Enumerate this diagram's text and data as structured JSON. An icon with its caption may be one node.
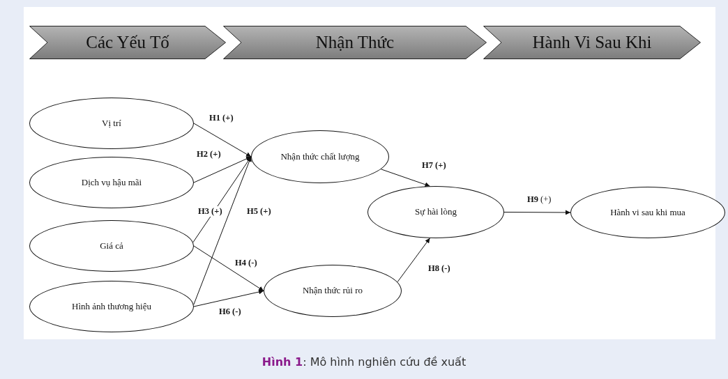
{
  "diagram": {
    "caption": "**Hình 1**: Mô hình nghiên cứu đề xuất",
    "nodes": [
      {
        "text": [
          "Các Yếu Tố"
        ]
      },
      {
        "text": [
          "Nhận Thức"
        ]
      },
      {
        "text": [
          "Hành Vi Sau Khi"
        ]
      },
      {
        "text": [
          "Vị trí"
        ]
      },
      {
        "text": [
          "Dịch vụ hậu mãi"
        ]
      },
      {
        "text": [
          "Giá cả"
        ]
      },
      {
        "text": [
          "Hình ảnh thương hiệu"
        ]
      },
      {
        "text": [
          "Nhận thức chất lượng"
        ]
      },
      {
        "text": [
          "Nhận thức rủi ro"
        ]
      },
      {
        "text": [
          "Sự hài lòng"
        ]
      },
      {
        "text": [
          "Hành vi sau khi mua"
        ]
      }
    ],
    "edges": [
      {
        "from": 3,
        "to": 7,
        "arrow": "to",
        "label": "H1 (+)"
      },
      {
        "from": 4,
        "to": 7,
        "arrow": "to",
        "label": "H2 (+)"
      },
      {
        "from": 5,
        "to": 7,
        "arrow": "to",
        "label": "H3 (+)"
      },
      {
        "from": 5,
        "to": 8,
        "arrow": "to",
        "label": "H4 (-)"
      },
      {
        "from": 6,
        "to": 7,
        "arrow": "to",
        "label": "H5 (+)"
      },
      {
        "from": 6,
        "to": 8,
        "arrow": "to",
        "label": "H6 (-)"
      },
      {
        "from": 7,
        "to": 9,
        "arrow": "to",
        "label": "H7 (+)"
      },
      {
        "from": 8,
        "to": 9,
        "arrow": "to",
        "label": "H8 (-)"
      },
      {
        "from": 9,
        "to": 10,
        "arrow": "to",
        "label": "**H9** (+)"
      }
    ]
  }
}
